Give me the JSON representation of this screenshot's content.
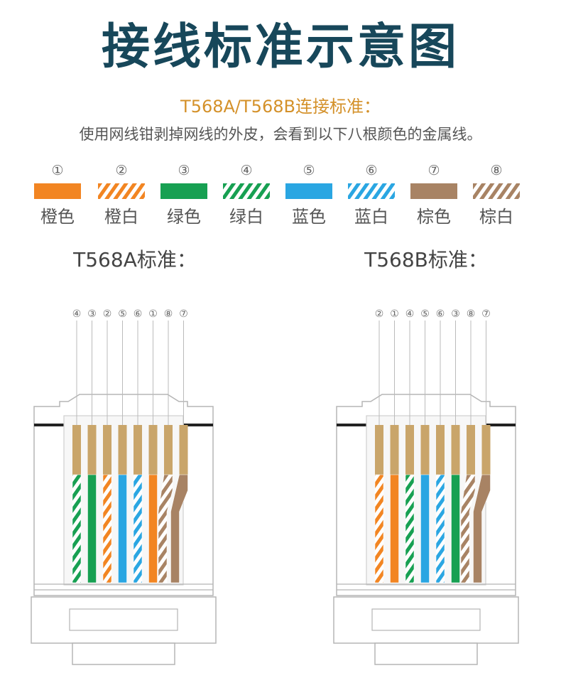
{
  "title": "接线标准示意图",
  "subtitle": "T568A/T568B连接标准：",
  "description": "使用网线钳剥掉网线的外皮，会看到以下八根颜色的金属线。",
  "colors": {
    "orange": "#f28522",
    "green": "#17a052",
    "blue": "#2aa6e2",
    "brown": "#a88364",
    "copper": "#c9a56a",
    "title": "#17475a",
    "subtitle": "#d4912a"
  },
  "wires": [
    {
      "num": "①",
      "label": "橙色",
      "color": "orange",
      "striped": false
    },
    {
      "num": "②",
      "label": "橙白",
      "color": "orange",
      "striped": true
    },
    {
      "num": "③",
      "label": "绿色",
      "color": "green",
      "striped": false
    },
    {
      "num": "④",
      "label": "绿白",
      "color": "green",
      "striped": true
    },
    {
      "num": "⑤",
      "label": "蓝色",
      "color": "blue",
      "striped": false
    },
    {
      "num": "⑥",
      "label": "蓝白",
      "color": "blue",
      "striped": true
    },
    {
      "num": "⑦",
      "label": "棕色",
      "color": "brown",
      "striped": false
    },
    {
      "num": "⑧",
      "label": "棕白",
      "color": "brown",
      "striped": true
    }
  ],
  "standards": [
    {
      "label": "T568A标准：",
      "order": [
        "④",
        "③",
        "②",
        "⑤",
        "⑥",
        "①",
        "⑧",
        "⑦"
      ],
      "wires": [
        4,
        3,
        2,
        5,
        6,
        1,
        8,
        7
      ]
    },
    {
      "label": "T568B标准：",
      "order": [
        "②",
        "①",
        "④",
        "⑤",
        "⑥",
        "③",
        "⑧",
        "⑦"
      ],
      "wires": [
        2,
        1,
        4,
        5,
        6,
        3,
        8,
        7
      ]
    }
  ]
}
